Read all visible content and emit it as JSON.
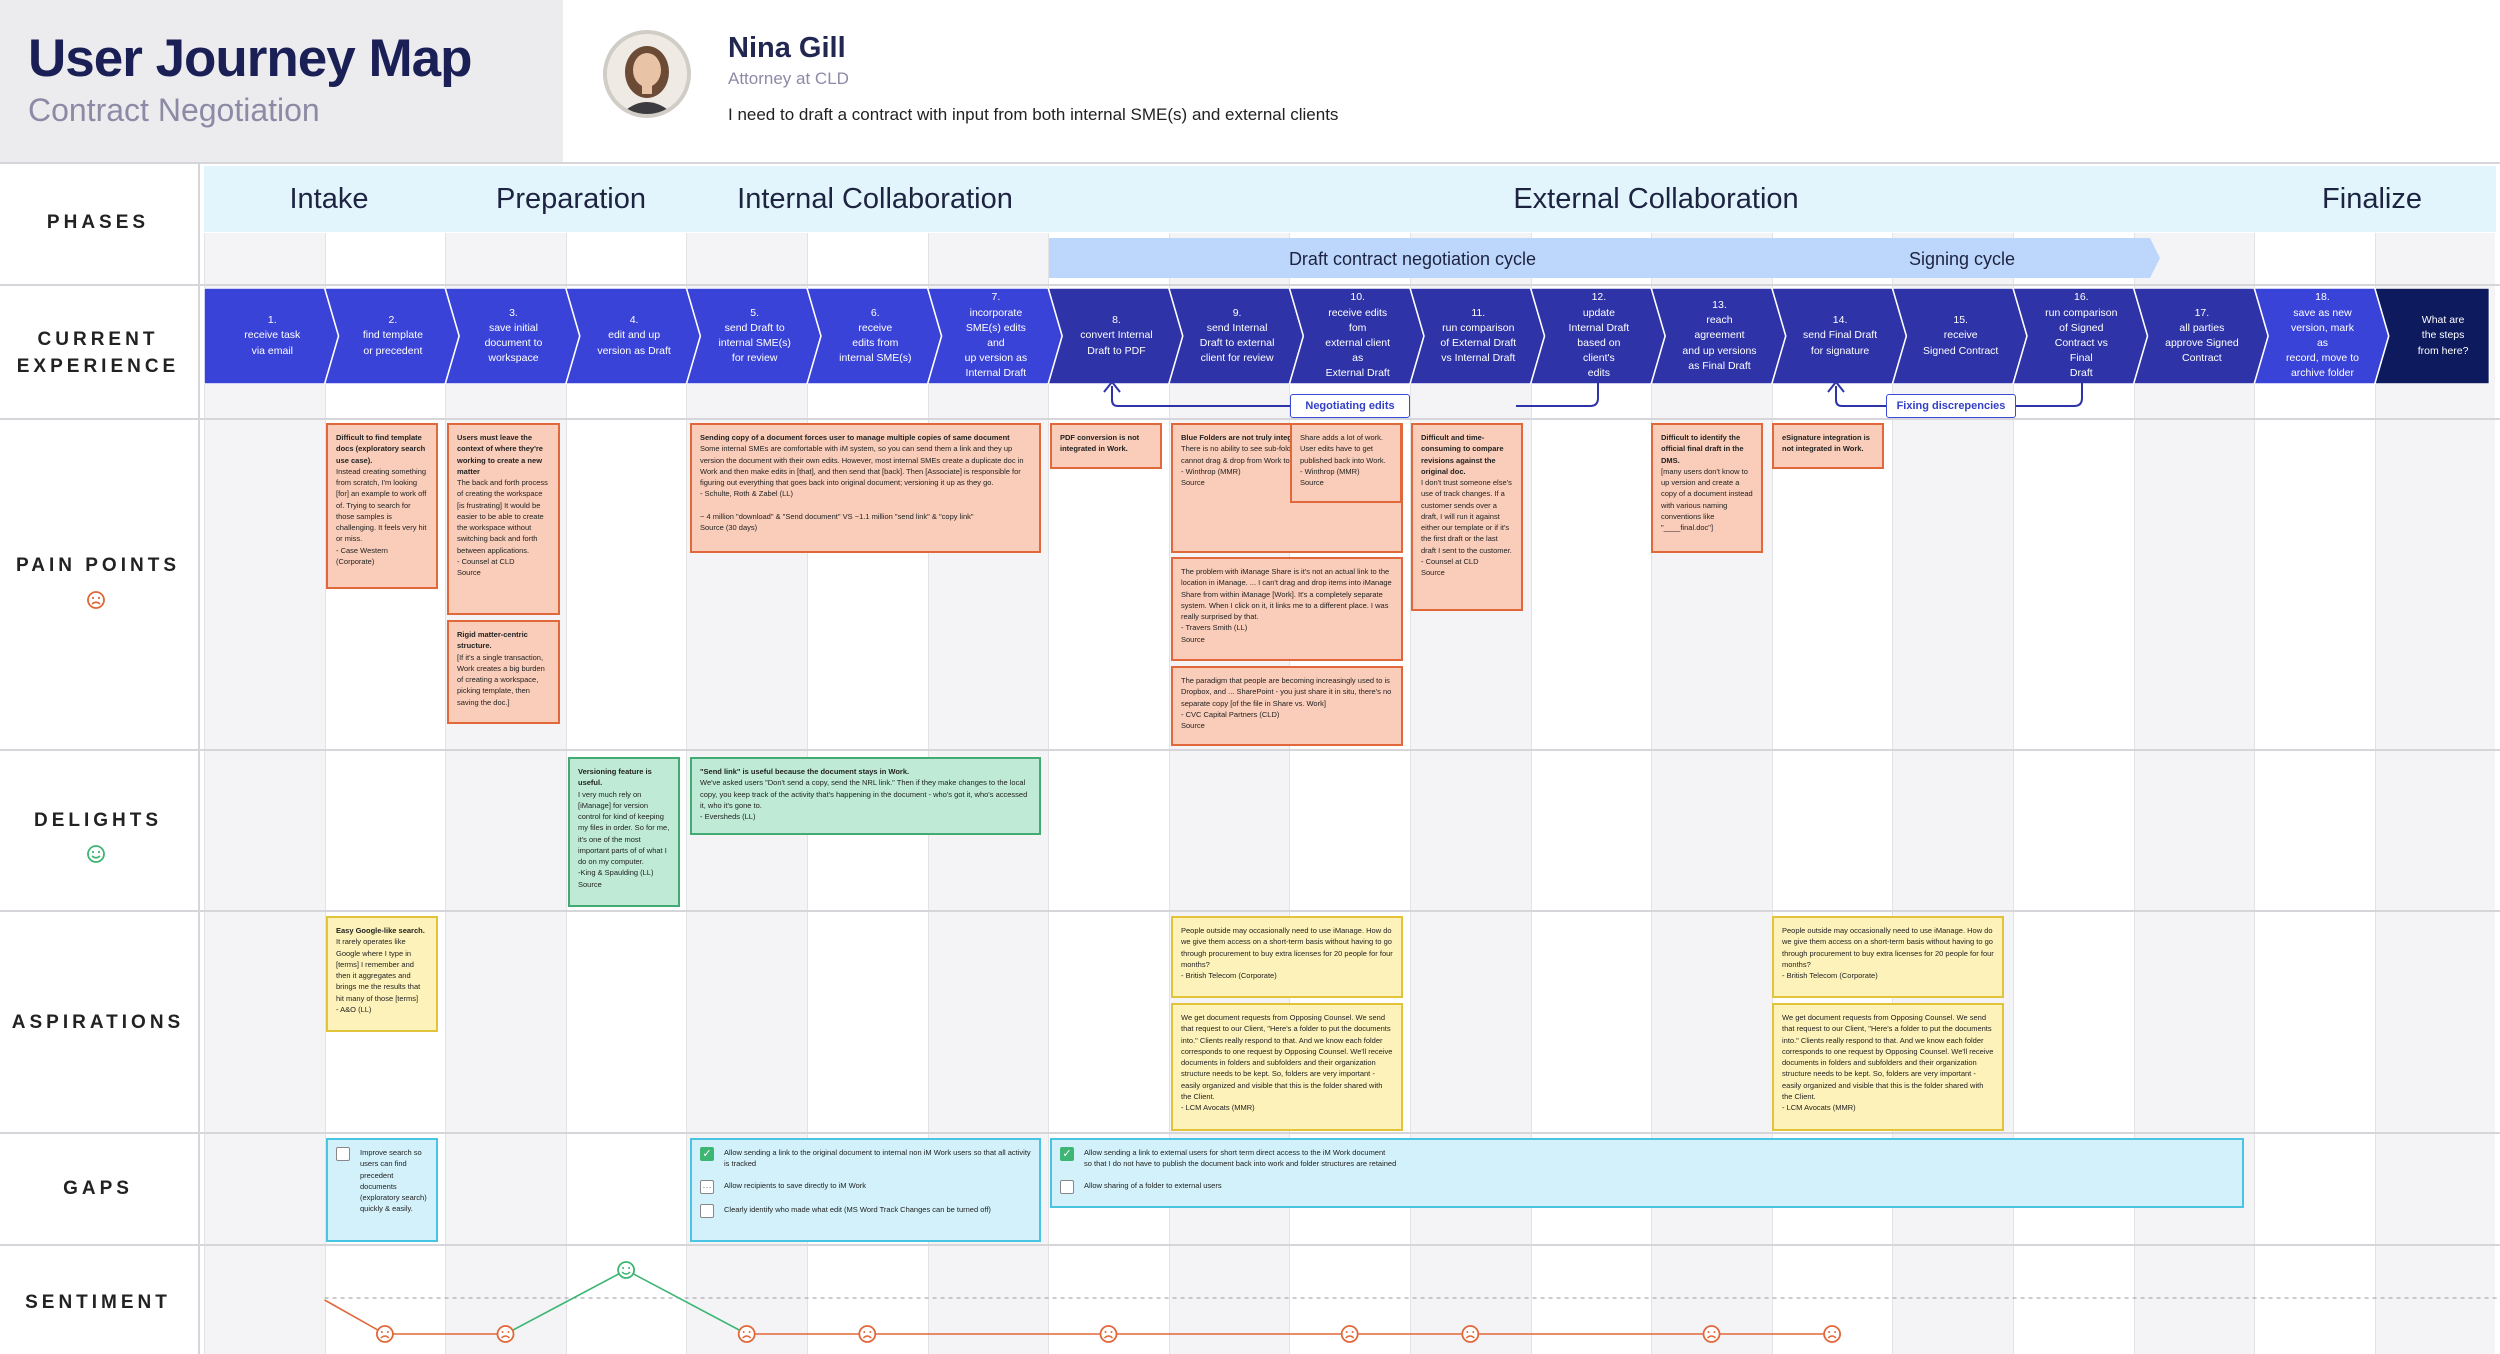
{
  "header": {
    "title": "User Journey Map",
    "subtitle": "Contract Negotiation",
    "persona_name": "Nina Gill",
    "persona_role": "Attorney at CLD",
    "persona_need": "I need to draft a contract with input from both internal SME(s) and external clients"
  },
  "rows": {
    "phases": "PHASES",
    "current": "CURRENT\nEXPERIENCE",
    "pain": "PAIN POINTS",
    "delights": "DELIGHTS",
    "aspirations": "ASPIRATIONS",
    "gaps": "GAPS",
    "sentiment": "SENTIMENT"
  },
  "phases": [
    {
      "label": "Intake"
    },
    {
      "label": "Preparation"
    },
    {
      "label": "Internal Collaboration"
    },
    {
      "label": "External Collaboration"
    },
    {
      "label": "Finalize"
    }
  ],
  "cycles": [
    {
      "label": "Draft contract negotiation cycle"
    },
    {
      "label": "Signing cycle"
    }
  ],
  "steps": [
    "1.\nreceive task\nvia email",
    "2.\nfind template\nor precedent",
    "3.\nsave initial\ndocument to\nworkspace",
    "4.\nedit and up\nversion as Draft",
    "5.\nsend Draft  to\ninternal SME(s)\nfor review",
    "6.\nreceive\nedits from\ninternal SME(s)",
    "7.\nincorporate\nSME(s) edits and\nup version as\nInternal Draft",
    "8.\nconvert Internal\nDraft to PDF",
    "9.\nsend Internal\nDraft to external\nclient for review",
    "10.\nreceive edits fom\nexternal client as\nExternal Draft",
    "11.\nrun comparison\nof External Draft\nvs Internal Draft",
    "12.\nupdate\nInternal Draft\nbased on client's\nedits",
    "13.\nreach agreement\nand up versions\nas Final Draft",
    "14.\nsend Final Draft\nfor signature",
    "15.\nreceive\nSigned Contract",
    "16.\nrun comparison\nof Signed\nContract vs Final\nDraft",
    "17.\nall parties\napprove Signed\nContract",
    "18.\nsave as new\nversion, mark as\nrecord, move to\narchive folder",
    "What are\nthe steps\nfrom here?"
  ],
  "callouts": [
    "Negotiating edits",
    "Fixing discrepencies"
  ],
  "pain_points": [
    {
      "title": "Difficult to find template docs (exploratory search use case).",
      "body": "Instead creating something from scratch, I'm looking [for] an example to work off of. Trying to search for those samples is challenging. It feels very hit or miss.\n- Case Western (Corporate)"
    },
    {
      "title": "Users must leave the context of where they're working to create a new matter",
      "body": "The back and forth process of creating the workspace [is frustrating] It would be easier to be able to create the workspace without switching back and forth between applications.\n- Counsel at CLD\nSource"
    },
    {
      "title": "Rigid matter-centric structure.",
      "body": "[If it's a single transaction, Work creates a big burden of creating a workspace, picking template, then saving the doc.]"
    },
    {
      "title": "Sending copy of a document forces user to manage multiple copies of same document",
      "body": "Some internal SMEs are comfortable with iM system, so you can send them a link and they up version the document with their own edits. However, most internal SMEs create a duplicate doc in Work and then make edits in [that], and then send that [back]. Then [Associate] is responsible for figuring out everything that goes back into original document; versioning it up as they go.\n- Schulte, Roth & Zabel (LL)\n\n~ 4 million \"download\" & \"Send document\" VS ~1.1 million \"send link\" & \"copy link\"\nSource (30 days)"
    },
    {
      "title": "PDF conversion is not integrated in Work.",
      "body": ""
    },
    {
      "title": "Blue Folders are not truly integrated into Work",
      "body": "There is no ability to see sub-folders under a Blue Folder. Users cannot drag & drop from Work to Share sub-folder in tree.\n- Winthrop (MMR)\nSource"
    },
    {
      "title": "",
      "body": "The problem with iManage Share is it's not an actual link to the location in iManage. ... I can't drag and drop items into iManage Share from within iManage [Work]. It's a completely separate system. When I click on it, it links me to a different place. I was really surprised by that.\n- Travers Smith (LL)\nSource"
    },
    {
      "title": "",
      "body": "The paradigm that people are becoming increasingly used to is Dropbox, and ... SharePoint - you just share it in situ, there's no separate copy [of the file in Share vs. Work]\n- CVC Capital Partners (CLD)\nSource"
    },
    {
      "title": "",
      "body": "Share adds a lot of work. User edits have to get published back into Work.\n- Winthrop (MMR)\nSource"
    },
    {
      "title": "Difficult and time-consuming to compare revisions against  the original doc.",
      "body": "I don't trust someone else's use of track changes. If a customer sends over a draft, I will run it against either our template or if it's the first draft or the last draft I sent to the customer.\n- Counsel at CLD\nSource"
    },
    {
      "title": "Difficult to identify the official final draft in the DMS.",
      "body": "[many users don't know to up version and create a copy of a document instead with various naming conventions like \"____final.doc\"]"
    },
    {
      "title": "eSignature integration is not integrated in Work.",
      "body": ""
    }
  ],
  "delights": [
    {
      "title": "Versioning feature is useful.",
      "body": "I very much rely on [iManage] for version control for kind of keeping my files in order. So for me, it's one of the most important parts of of what I do on my computer.\n-King & Spaulding (LL)\nSource"
    },
    {
      "title": "\"Send link\" is useful because the document stays in Work.",
      "body": "We've asked users \"Don't send a copy, send the NRL link.\" Then if they make changes to the local copy, you keep track of the activity that's happening in the document - who's got it, who's accessed it, who it's gone to.\n- Eversheds (LL)"
    }
  ],
  "aspirations": [
    {
      "title": "Easy Google-like search.",
      "body": "It rarely operates like Google where I type in [terms] I remember and then it aggregates and brings me the results that hit many of those [terms]\n- A&O (LL)"
    },
    {
      "title": "",
      "body": "People outside may occasionally need to use iManage. How do we give them access on a short-term basis without having to go through procurement to buy extra licenses for 20 people for four months?\n- British Telecom (Corporate)"
    },
    {
      "title": "",
      "body": "We get document requests from Opposing Counsel. We send that request to our Client, \"Here's a folder to put the documents into.\" Clients really respond to that. And we know each folder corresponds to one request by Opposing Counsel. We'll receive documents in folders and subfolders and their organization structure needs to be kept. So, folders are very important - easily organized and visible that this is the folder shared with the Client.\n- LCM Avocats (MMR)"
    },
    {
      "title": "",
      "body": "People outside may occasionally need to use iManage. How do we give them access on a short-term basis without having to go through procurement to buy extra licenses for 20 people for four months?\n- British Telecom (Corporate)"
    },
    {
      "title": "",
      "body": "We get document requests from Opposing Counsel. We send that request to our Client, \"Here's a folder to put the documents into.\" Clients really respond to that. And we know each folder corresponds to one request by Opposing Counsel. We'll receive documents in folders and subfolders and their organization structure needs to be kept. So, folders are very important - easily organized and visible that this is the folder shared with the Client.\n- LCM Avocats (MMR)"
    }
  ],
  "gaps": [
    {
      "items": [
        {
          "text": "Improve search so users can find precedent documents (exploratory search) quickly & easily.",
          "state": "empty"
        }
      ]
    },
    {
      "items": [
        {
          "text": "Allow sending a link to the original document to internal non iM Work users so that all activity is tracked",
          "state": "checked"
        },
        {
          "text": "Allow recipients to save directly to iM Work",
          "state": "partial"
        },
        {
          "text": "Clearly identify who made what edit (MS Word Track Changes can be turned off)",
          "state": "empty"
        }
      ]
    },
    {
      "items": [
        {
          "text": "Allow sending a link to external users for short term direct access to the iM Work document\nso that I do not have to publish the document back into work and folder structures are retained",
          "state": "checked"
        },
        {
          "text": "Allow sharing of a folder to external users",
          "state": "empty"
        }
      ]
    }
  ],
  "sentiment": {
    "points": [
      {
        "step": 2,
        "mood": "negative"
      },
      {
        "step": 3,
        "mood": "negative"
      },
      {
        "step": 4,
        "mood": "positive"
      },
      {
        "step": 5,
        "mood": "negative"
      },
      {
        "step": 6,
        "mood": "negative"
      },
      {
        "step": 8,
        "mood": "negative"
      },
      {
        "step": 10,
        "mood": "negative"
      },
      {
        "step": 11,
        "mood": "negative"
      },
      {
        "step": 13,
        "mood": "negative"
      },
      {
        "step": 14,
        "mood": "negative"
      }
    ],
    "negative_color": "#e0683a",
    "positive_color": "#3eb673"
  },
  "colors": {
    "phase_fill": "#e2f5fc",
    "cycle_fill": "#bdd6fb",
    "step_internal": "#3a43d8",
    "step_external": "#2e33a8",
    "step_final": "#0e1a5e"
  }
}
